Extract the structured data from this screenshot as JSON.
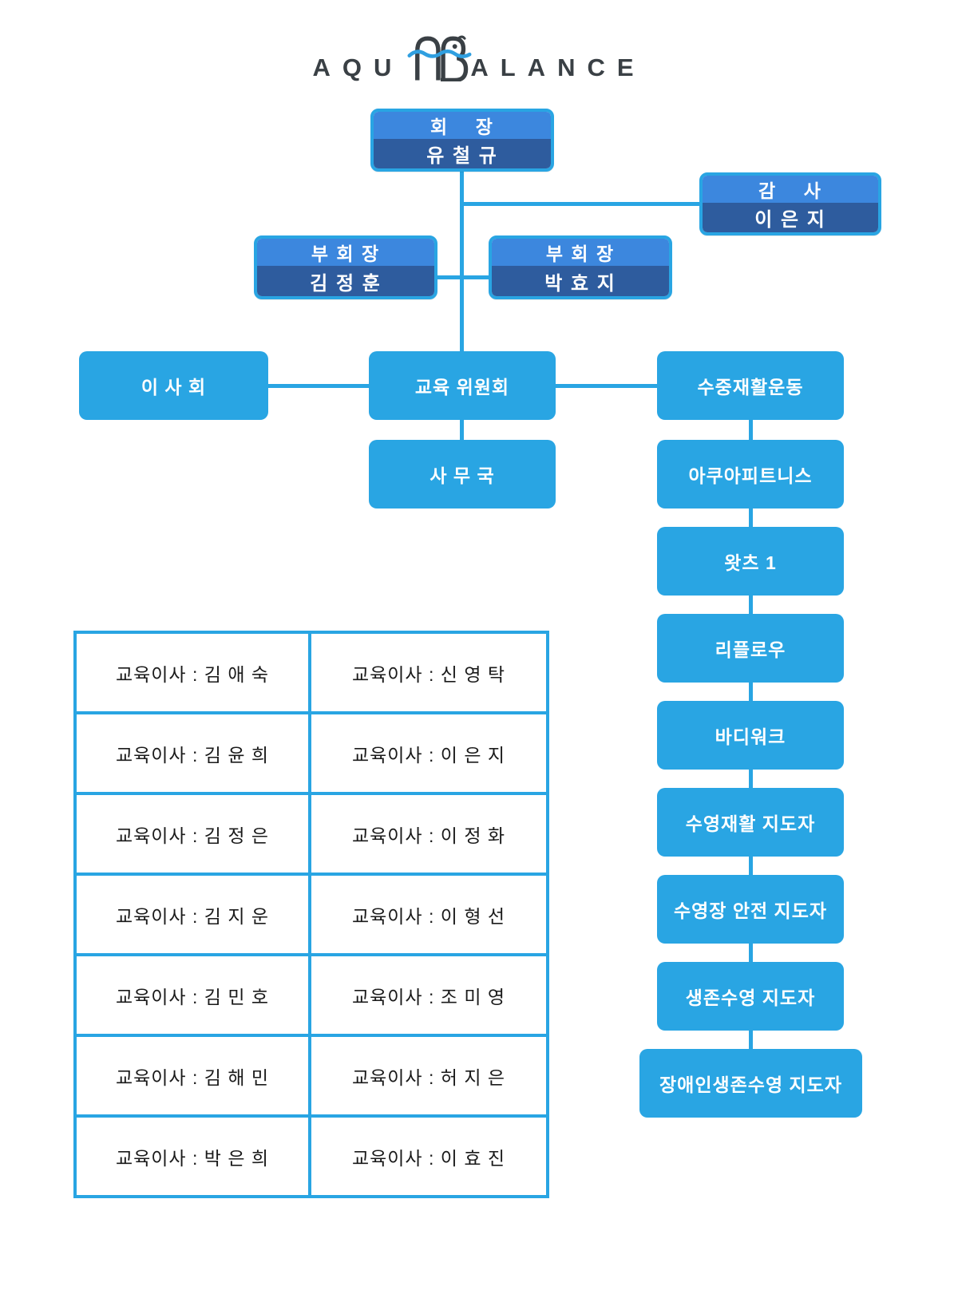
{
  "logo": {
    "left_text": "AQU",
    "right_text": "ALANCE",
    "mark_color": "#3a4045",
    "wave_color": "#2f9fe0"
  },
  "colors": {
    "accent": "#29a5e3",
    "box_top": "#3c87de",
    "box_bottom": "#2e5c9e",
    "text_dark": "#1a1a1a"
  },
  "org": {
    "chairman": {
      "title": "회    장",
      "name": "유 철 규"
    },
    "auditor": {
      "title": "감    사",
      "name": "이 은 지"
    },
    "vice_chairman_1": {
      "title": "부 회 장",
      "name": "김 정 훈"
    },
    "vice_chairman_2": {
      "title": "부 회 장",
      "name": "박 효 지"
    },
    "board": "이 사 회",
    "education_committee": "교육 위원회",
    "aquatic_rehab": "수중재활운동",
    "secretariat": "사 무 국",
    "programs": [
      "아쿠아피트니스",
      "왓츠 1",
      "리플로우",
      "바디워크",
      "수영재활 지도자",
      "수영장 안전 지도자",
      "생존수영 지도자",
      "장애인생존수영 지도자"
    ]
  },
  "directors_table": {
    "rows": [
      [
        "교육이사 : 김 애 숙",
        "교육이사 : 신 영 탁"
      ],
      [
        "교육이사 : 김 윤 희",
        "교육이사 : 이 은 지"
      ],
      [
        "교육이사 : 김 정 은",
        "교육이사 : 이 정 화"
      ],
      [
        "교육이사 : 김 지 운",
        "교육이사 : 이 형 선"
      ],
      [
        "교육이사 : 김 민 호",
        "교육이사 : 조 미 영"
      ],
      [
        "교육이사 : 김 해 민",
        "교육이사 : 허 지 은"
      ],
      [
        "교육이사 : 박 은 희",
        "교육이사 : 이 효 진"
      ]
    ]
  }
}
